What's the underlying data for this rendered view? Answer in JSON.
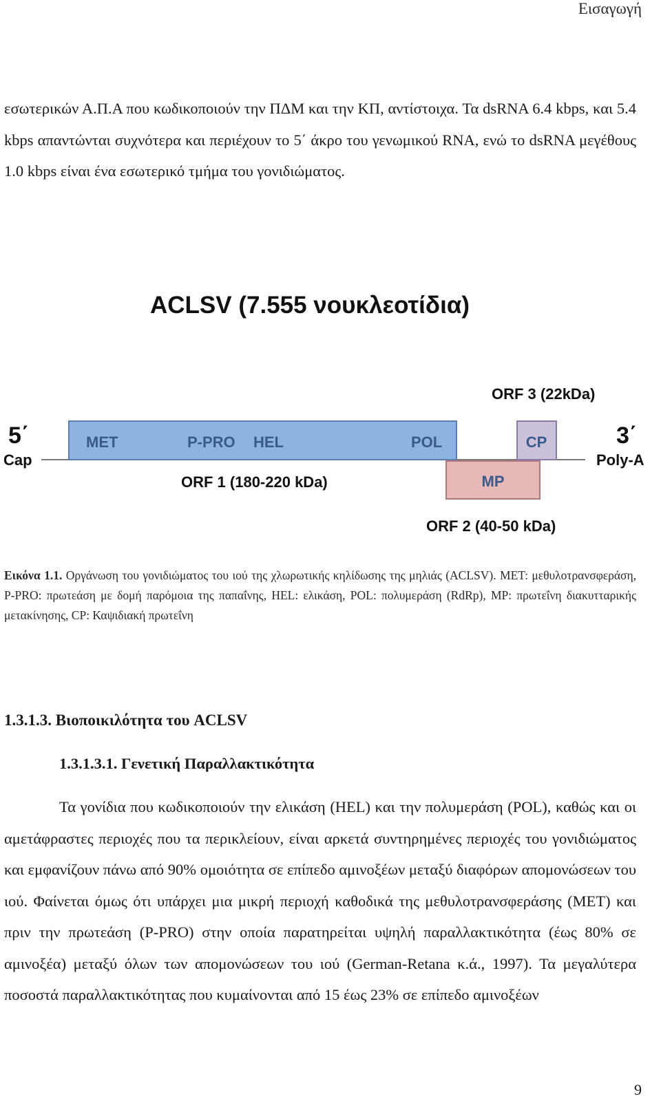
{
  "header": {
    "section": "Εισαγωγή"
  },
  "intro": {
    "text": "εσωτερικών Α.Π.Α που κωδικοποιούν την ΠΔΜ και την ΚΠ, αντίστοιχα. Τα dsRNA 6.4 kbps, και 5.4 kbps απαντώνται συχνότερα και περιέχουν το 5΄ άκρο του γενωμικού RNA, ενώ το dsRNA μεγέθους 1.0 kbps είναι ένα εσωτερικό τμήμα του γονιδιώματος."
  },
  "figure": {
    "title": "ACLSV   (7.555 νουκλεοτίδια)",
    "five_prime": "5΄",
    "five_cap": "Cap",
    "three_prime": "3΄",
    "three_poly": "Poly-A",
    "orf1_domains": [
      "MET",
      "P-PRO",
      "HEL",
      "POL"
    ],
    "orf1_label": "ORF 1  (180-220 kDa)",
    "orf2_domain": "MP",
    "orf2_label": "ORF 2 (40-50 kDa)",
    "orf3_domain": "CP",
    "orf3_label": "ORF 3 (22kDa)",
    "colors": {
      "orf1_fill": "#8db3e2",
      "orf1_stroke": "#5b7fb5",
      "orf2_fill": "#e6b9b8",
      "orf2_stroke": "#b07878",
      "orf3_fill": "#ccc1da",
      "orf3_stroke": "#8a7aa8",
      "domain_text": "#3a5a8a"
    }
  },
  "caption": {
    "label": "Εικόνα 1.1.",
    "text": " Οργάνωση του γονιδιώματος του ιού της χλωρωτικής κηλίδωσης της μηλιάς (ACLSV). MET: μεθυλοτρανσφεράση, P-PRO: πρωτεάση με δομή παρόμοια της παπαΐνης, HEL: ελικάση, POL: πολυμεράση (RdRp), MP: πρωτεΐνη διακυτταρικής μετακίνησης, CP: Καψιδιακή πρωτεΐνη"
  },
  "section": {
    "heading": "1.3.1.3. Βιοποικιλότητα του ACLSV"
  },
  "subsection": {
    "heading": "1.3.1.3.1. Γενετική Παραλλακτικότητα"
  },
  "body": {
    "text": "Τα γονίδια που κωδικοποιούν την ελικάση (HEL) και την πολυμεράση (POL), καθώς και οι αμετάφραστες περιοχές που τα περικλείουν, είναι αρκετά συντηρημένες περιοχές του γονιδιώματος και εμφανίζουν πάνω από 90% ομοιότητα σε επίπεδο αμινοξέων μεταξύ διαφόρων απομονώσεων του ιού. Φαίνεται όμως ότι υπάρχει μια μικρή περιοχή καθοδικά της μεθυλοτρανσφεράσης (MET) και πριν την πρωτεάση (P-PRO) στην οποία παρατηρείται υψηλή παραλλακτικότητα (έως 80% σε αμινοξέα) μεταξύ όλων των απομονώσεων του ιού (German-Retana κ.ά., 1997). Τα μεγαλύτερα ποσοστά παραλλακτικότητας που κυμαίνονται από 15 έως 23% σε επίπεδο αμινοξέων"
  },
  "footer": {
    "page_number": "9"
  }
}
